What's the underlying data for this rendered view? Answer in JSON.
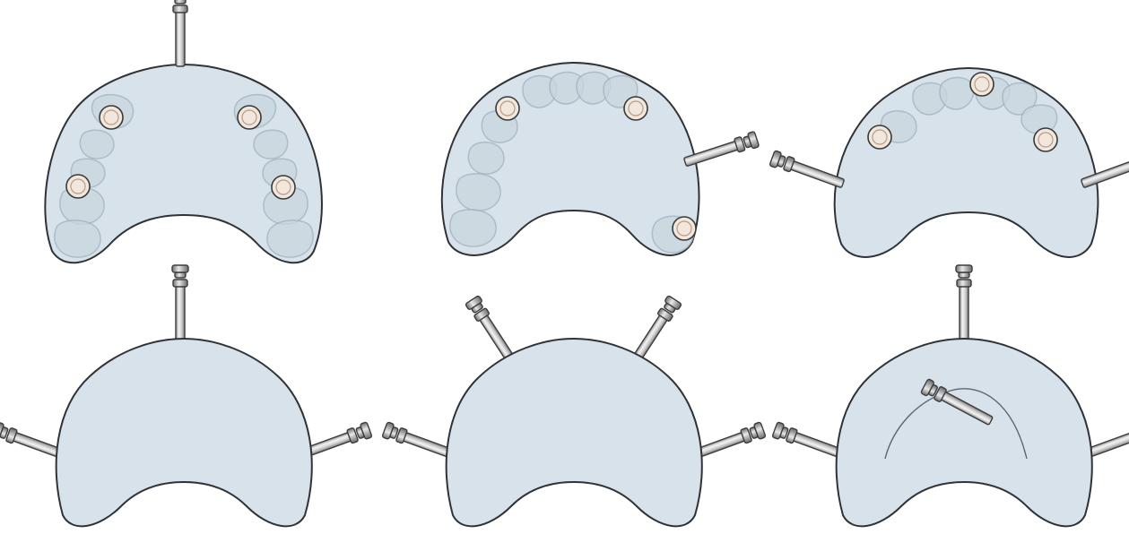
{
  "figure": {
    "panels": [
      {
        "id": "top-left",
        "description_visible": false,
        "pins": [
          "top"
        ],
        "teeth": true,
        "windows": 4
      },
      {
        "id": "top-middle",
        "description_visible": false,
        "pins": [
          "right"
        ],
        "teeth": true,
        "windows": 3
      },
      {
        "id": "top-right",
        "description_visible": false,
        "pins": [
          "left",
          "right"
        ],
        "teeth": true,
        "windows": 3
      },
      {
        "id": "bottom-left",
        "description_visible": false,
        "pins": [
          "top",
          "left",
          "right"
        ],
        "teeth": false,
        "windows": 0
      },
      {
        "id": "bottom-middle",
        "description_visible": false,
        "pins": [
          "upper-left",
          "upper-right",
          "left",
          "right"
        ],
        "teeth": false,
        "windows": 0
      },
      {
        "id": "bottom-right",
        "description_visible": false,
        "pins": [
          "top",
          "left",
          "right",
          "palatal"
        ],
        "teeth": false,
        "windows": 0
      }
    ],
    "colors": {
      "arch_fill": "#d7e2ea",
      "outline": "#2f3338",
      "metal": "#cfcfcf",
      "window": "#f1e7dd"
    }
  }
}
